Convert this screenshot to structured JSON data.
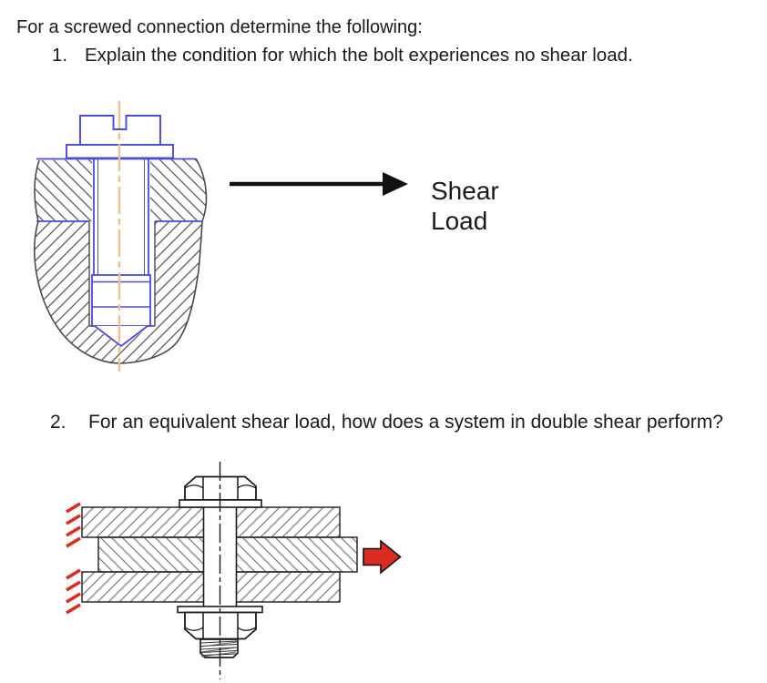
{
  "document": {
    "intro": "For a screwed connection determine the following:",
    "questions": [
      {
        "number": "1.",
        "text": "Explain the condition for which the bolt experiences no shear load."
      },
      {
        "number": "2.",
        "text": "For an equivalent shear load, how does a system in double shear perform?"
      }
    ]
  },
  "figure1": {
    "description": "sectioned screwed connection, slotted screw in tapped hole",
    "arrow_label": {
      "line1": "Shear",
      "line2": "Load"
    },
    "colors": {
      "bolt_outline": "#4b4bd8",
      "centerline": "#eec08f",
      "hatch": "#595959",
      "shear_arrow": "#111111"
    }
  },
  "figure2": {
    "description": "double shear bolted joint, three plates with hex bolt and nut",
    "colors": {
      "line": "#1a1a1a",
      "hatch": "#7d7d7d",
      "fixed_support": "#dd2b1f",
      "load_arrow": "#d92b20"
    }
  }
}
